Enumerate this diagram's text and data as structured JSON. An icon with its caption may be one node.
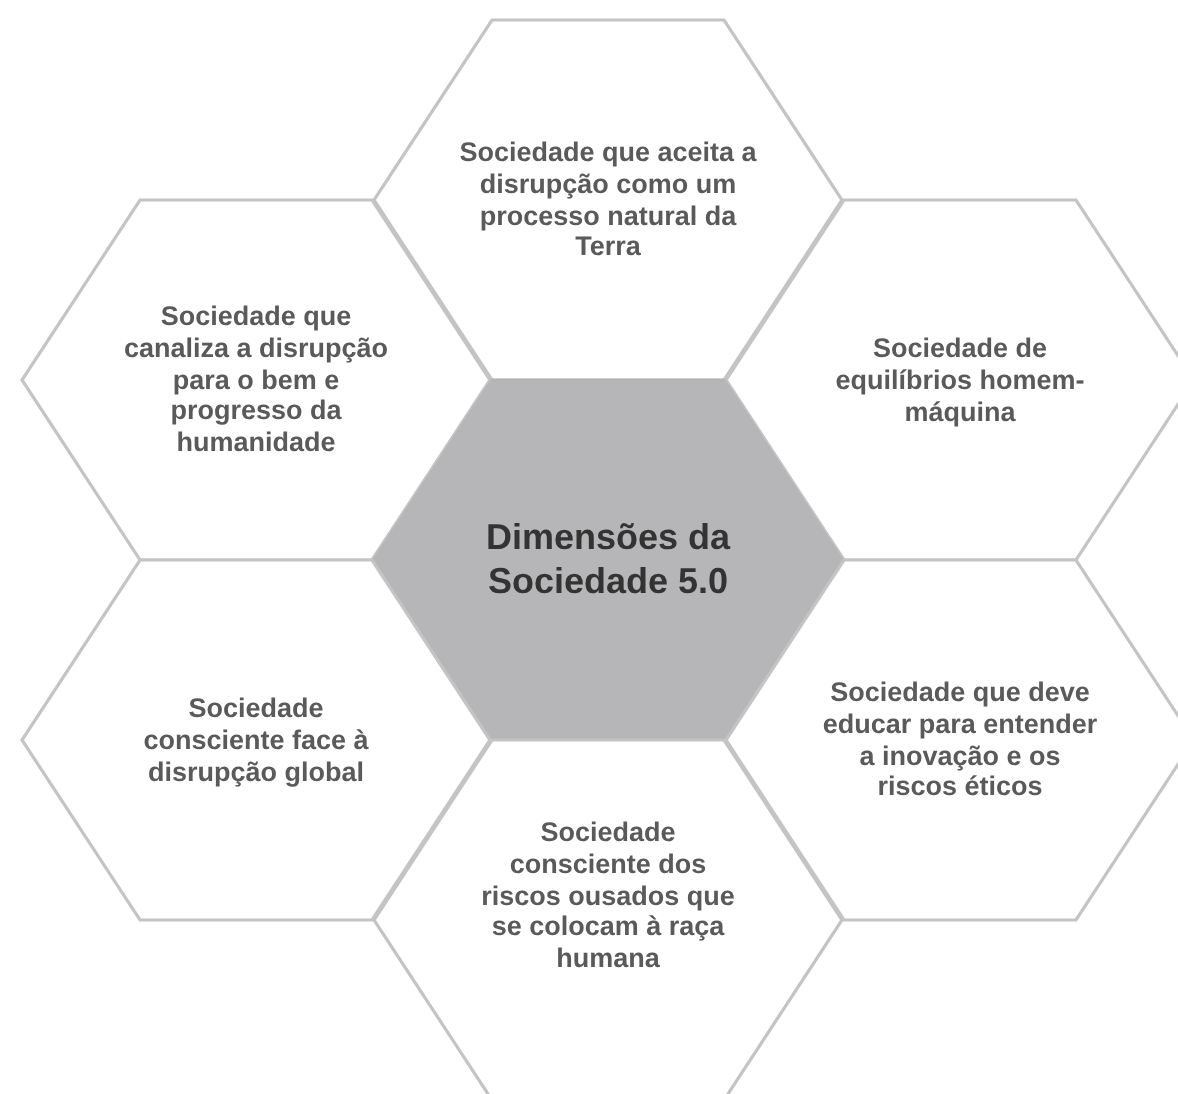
{
  "diagram": {
    "nodes": [
      {
        "text": [
          "Sociedade que aceita a disrupção como um processo natural da Terra"
        ]
      },
      {
        "text": [
          "Sociedade que canaliza a disrupção para o bem e progresso da humanidade"
        ]
      },
      {
        "text": [
          "Sociedade de equilíbrios homem-máquina"
        ]
      },
      {
        "text": [
          "Dimensões da Sociedade 5.0"
        ]
      },
      {
        "text": [
          "Sociedade consciente face à disrupção global"
        ]
      },
      {
        "text": [
          "Sociedade que deve educar para entender a inovação e os riscos éticos"
        ]
      },
      {
        "text": [
          "Sociedade consciente dos riscos ousados que se colocam à raça humana"
        ]
      }
    ]
  }
}
